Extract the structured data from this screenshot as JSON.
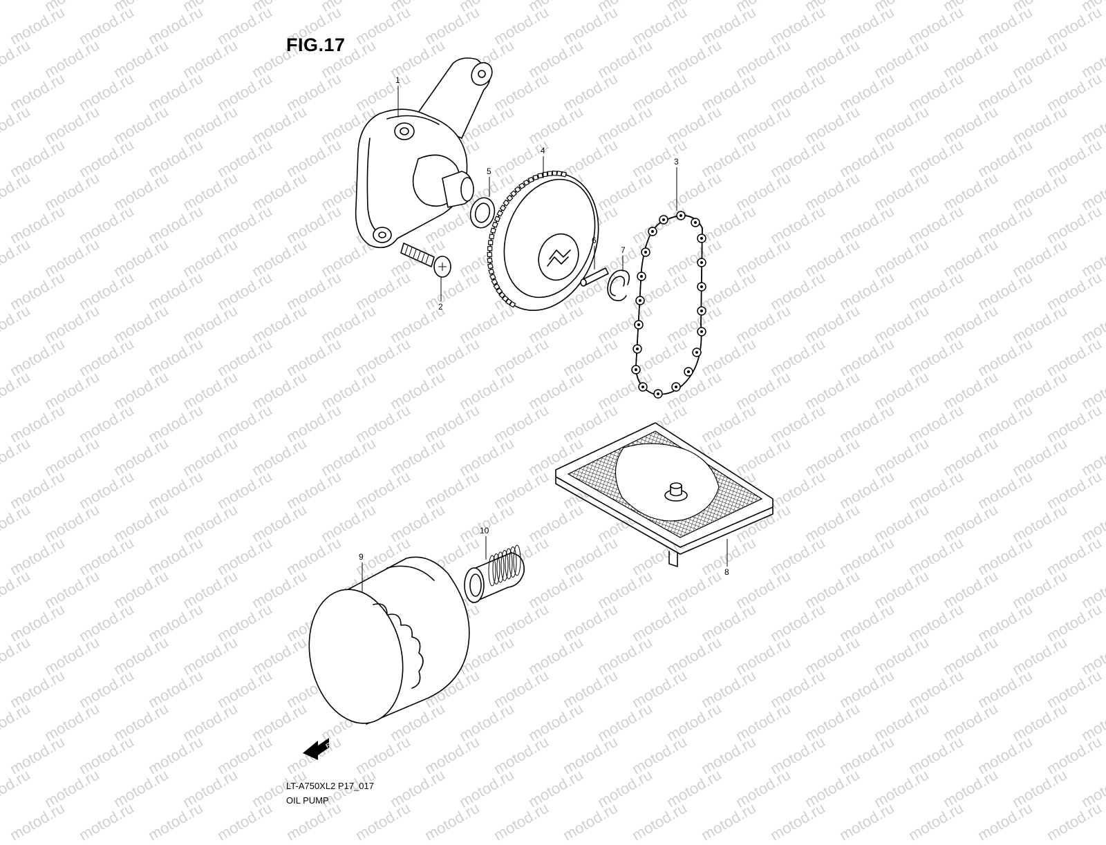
{
  "figure_title": "FIG.17",
  "model_code": "LT-A750XL2 P17_017",
  "section_name": "OIL PUMP",
  "watermark_text": "motod.ru",
  "fwd_label": "FWD",
  "parts": [
    {
      "ref": "1",
      "name": "oil-pump-assembly"
    },
    {
      "ref": "2",
      "name": "pump-screw"
    },
    {
      "ref": "3",
      "name": "drive-chain"
    },
    {
      "ref": "4",
      "name": "driven-gear"
    },
    {
      "ref": "5",
      "name": "washer"
    },
    {
      "ref": "6",
      "name": "pin"
    },
    {
      "ref": "7",
      "name": "circlip"
    },
    {
      "ref": "8",
      "name": "oil-strainer"
    },
    {
      "ref": "9",
      "name": "oil-filter"
    },
    {
      "ref": "10",
      "name": "filter-union-bolt"
    }
  ]
}
